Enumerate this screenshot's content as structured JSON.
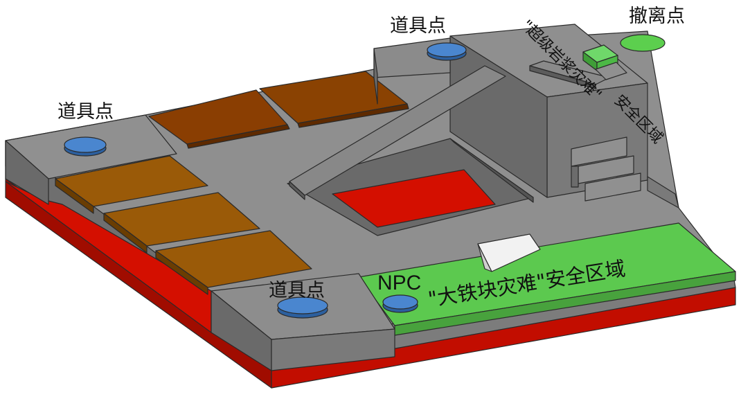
{
  "labels": {
    "item_point_top": "道具点",
    "item_point_left": "道具点",
    "item_point_bottom": "道具点",
    "evacuation_point": "撤离点",
    "npc": "NPC",
    "iron_block_safe_zone": "\"大铁块灾难\"安全区域",
    "rock_disaster_name": "\"超级岩浆灾难\"",
    "rock_disaster_suffix": "安全区域"
  },
  "colors": {
    "platform_top": "#8f8f8f",
    "platform_side": "#6d6d6d",
    "lava_red": "#d40f00",
    "lava_dark": "#a00c00",
    "safe_green": "#5cc94f",
    "item_point_blue": "#4a86cf",
    "evac_green": "#5ccf4e",
    "plank_brown": "#9a5a08",
    "plank_brown_dark": "#8a3e02"
  },
  "icons": {
    "item_point": "blue-disc",
    "evacuation_point": "green-disc",
    "npc": "blue-disc"
  }
}
